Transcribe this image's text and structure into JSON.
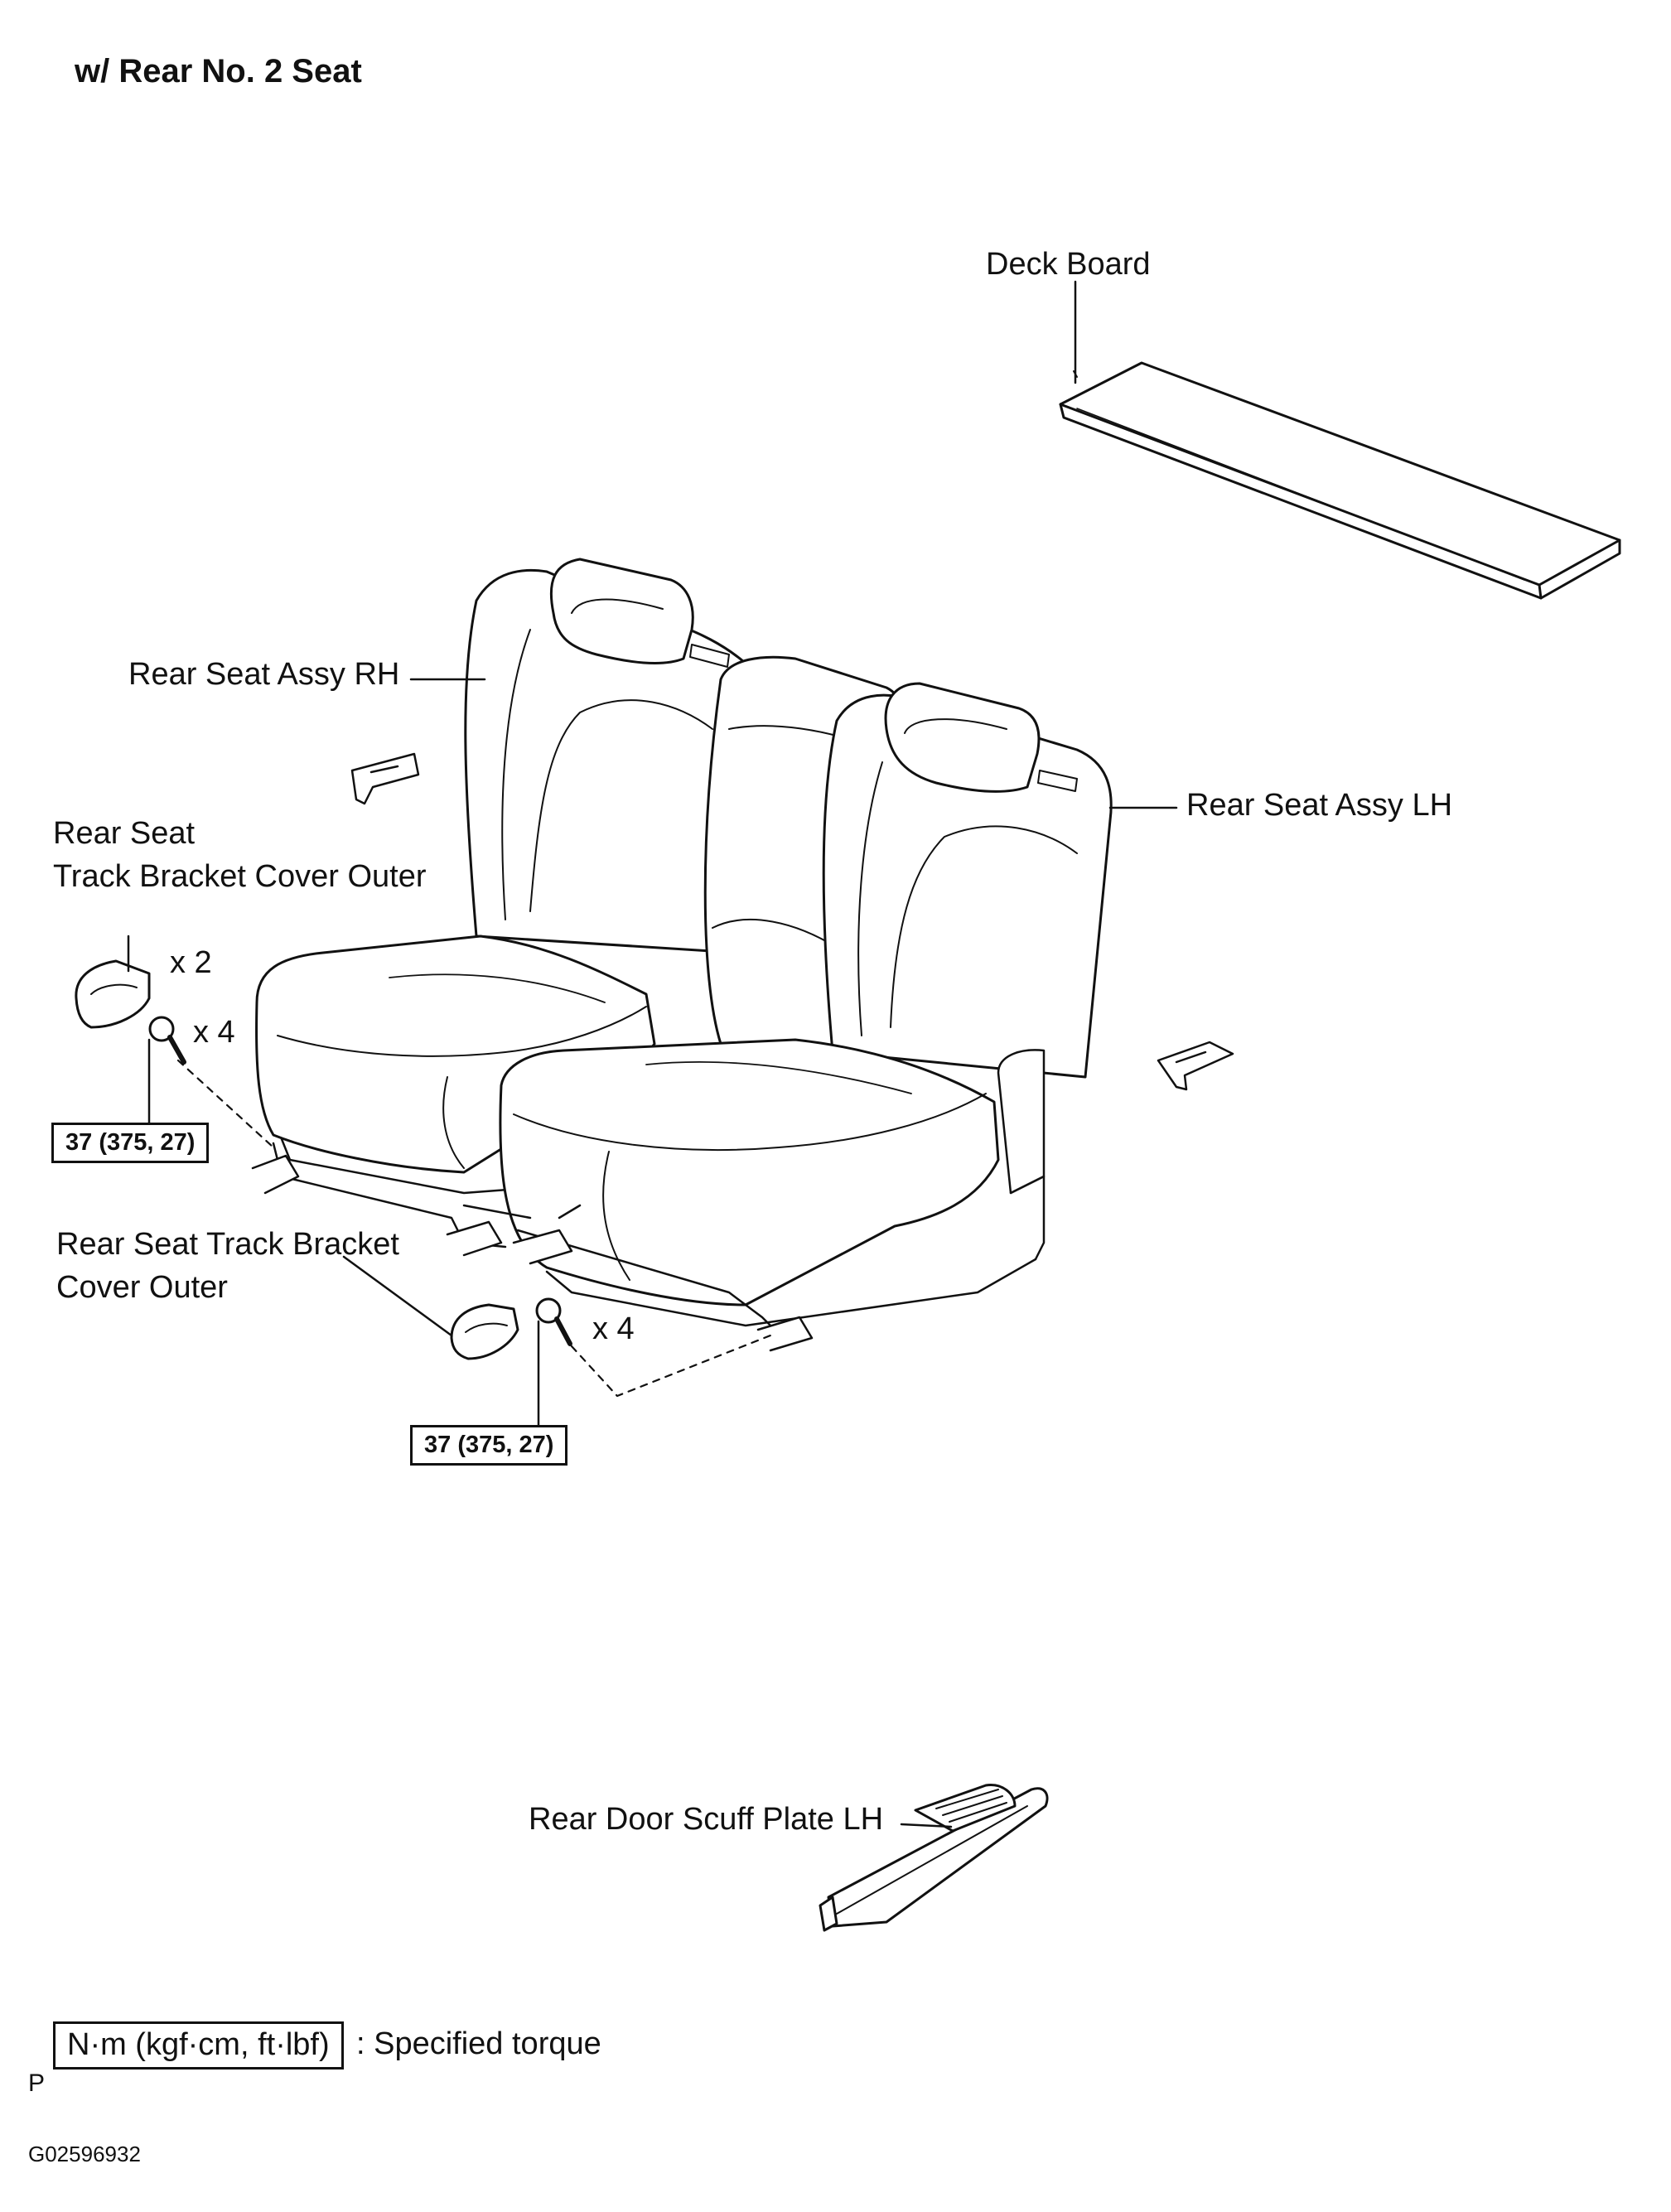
{
  "title": "w/ Rear No. 2 Seat",
  "labels": {
    "deck_board": "Deck Board",
    "rear_seat_rh": "Rear Seat Assy RH",
    "rear_seat_lh": "Rear Seat Assy LH",
    "cover_outer_rh_line1": "Rear Seat",
    "cover_outer_rh_line2": "Track Bracket Cover Outer",
    "cover_outer_lh_line1": "Rear Seat Track Bracket",
    "cover_outer_lh_line2": "Cover Outer",
    "qty_covers": "x 2",
    "qty_bolts_rh": "x 4",
    "qty_bolts_lh": "x 4",
    "scuff_plate": "Rear Door Scuff Plate LH"
  },
  "torque": {
    "rh": "37 (375, 27)",
    "lh": "37 (375, 27)"
  },
  "legend": {
    "unit_box": "N·m (kgf·cm, ft·lbf)",
    "description": ": Specified torque"
  },
  "page_mark": "P",
  "figure_id": "G02596932"
}
